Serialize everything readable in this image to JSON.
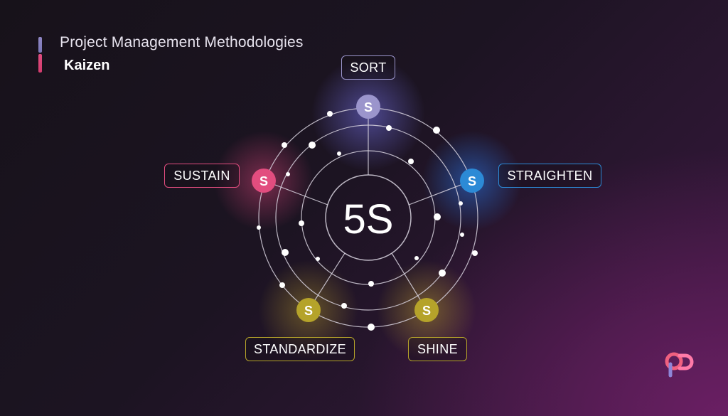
{
  "header": {
    "series_title": "Project Management Methodologies",
    "topic_title": "Kaizen"
  },
  "diagram": {
    "center_label": "5S",
    "node_glyph": "S",
    "pillars": [
      {
        "label": "SORT",
        "color": "#9b95cc"
      },
      {
        "label": "STRAIGHTEN",
        "color": "#2c8ad6"
      },
      {
        "label": "SHINE",
        "color": "#b5a32a"
      },
      {
        "label": "STANDARDIZE",
        "color": "#b5a32a"
      },
      {
        "label": "SUSTAIN",
        "color": "#e24d7f"
      }
    ]
  },
  "colors": {
    "background": "#1b1420",
    "accent_magenta": "#6a1f63",
    "ring": "#d9d4e0",
    "text": "#ffffff"
  },
  "logo": {
    "icon": "brand-logo-icon"
  }
}
